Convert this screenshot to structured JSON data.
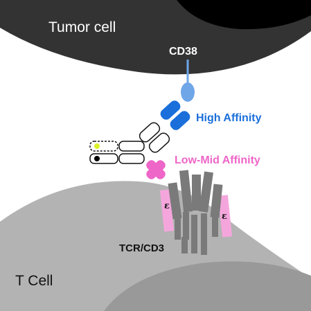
{
  "labels": {
    "tumor_cell": "Tumor cell",
    "cd38": "CD38",
    "high_affinity": "High Affinity",
    "low_mid_affinity": "Low-Mid Affinity",
    "tcr_cd3": "TCR/CD3",
    "t_cell": "T Cell",
    "epsilon": "ε"
  },
  "colors": {
    "tumor_cell": "#333333",
    "nucleus": "#000000",
    "t_cell": "#b3b3b3",
    "t_cell_nucleus": "#999999",
    "high_affinity": "#1a6fdb",
    "cd38_receptor": "#6fa6e8",
    "low_mid_affinity": "#ee66c8",
    "tcr_gray": "#7a7a7a",
    "epsilon_pink": "#f4a6dc",
    "yellow_dot": "#d9f22a"
  }
}
